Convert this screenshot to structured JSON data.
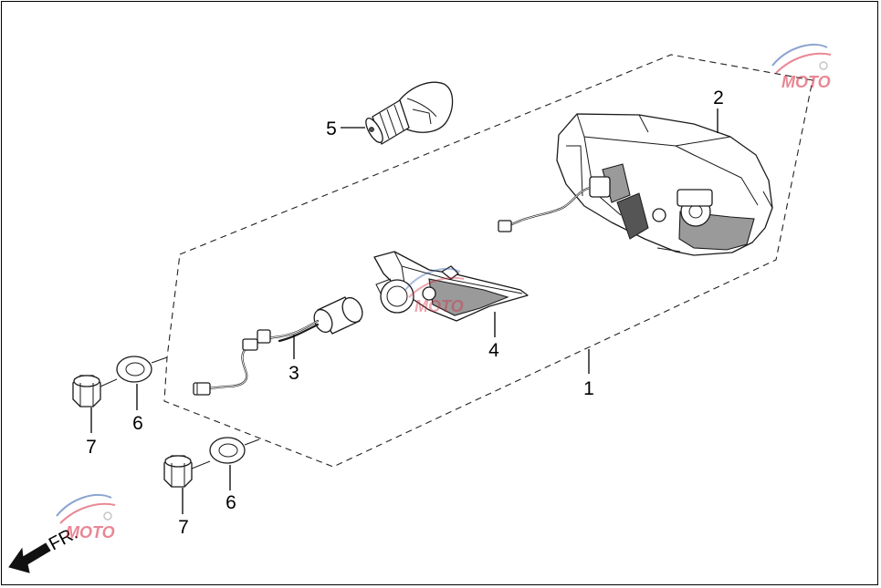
{
  "diagram": {
    "front_label": "FR.",
    "callouts": [
      {
        "id": "callout-1",
        "text": "1"
      },
      {
        "id": "callout-2",
        "text": "2"
      },
      {
        "id": "callout-3",
        "text": "3"
      },
      {
        "id": "callout-4",
        "text": "4"
      },
      {
        "id": "callout-5",
        "text": "5"
      },
      {
        "id": "callout-6a",
        "text": "6"
      },
      {
        "id": "callout-6b",
        "text": "6"
      },
      {
        "id": "callout-7a",
        "text": "7"
      },
      {
        "id": "callout-7b",
        "text": "7"
      }
    ],
    "watermark_text": "MOTO",
    "colors": {
      "line": "#1a1a1a",
      "shade": "#9a9a9a",
      "watermark_red": "#d7263d",
      "watermark_blue": "#2e5aa8"
    }
  }
}
